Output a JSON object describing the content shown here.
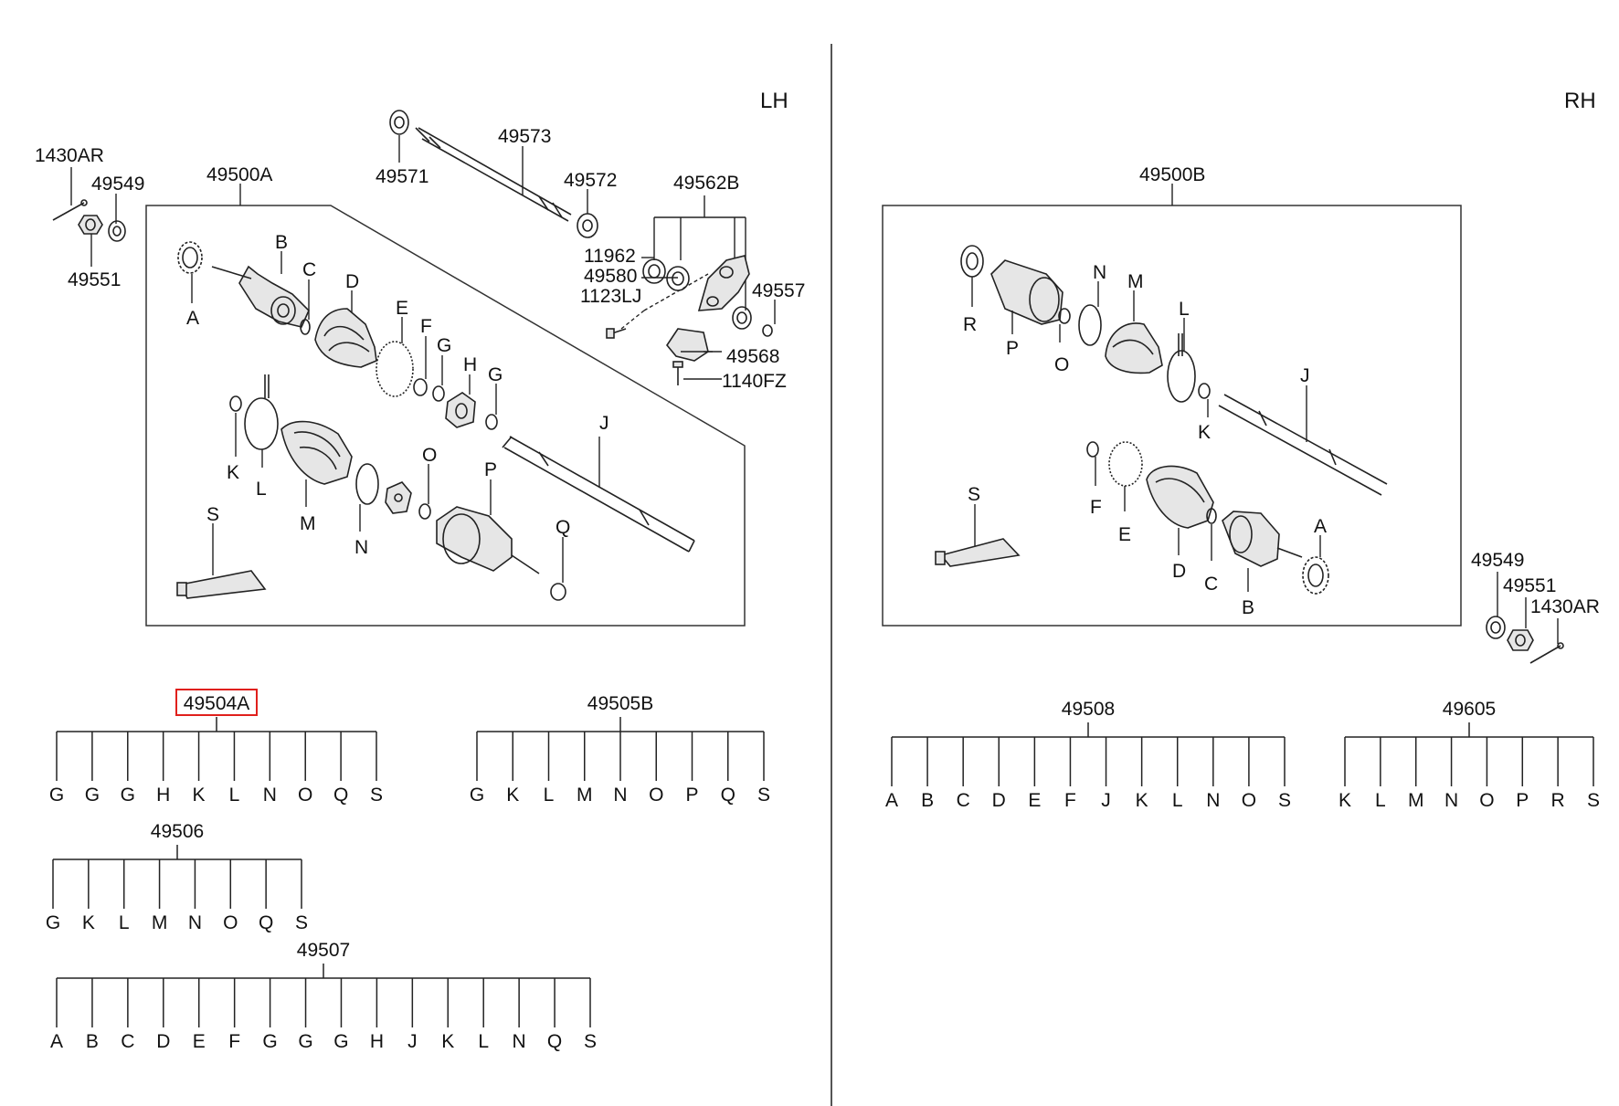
{
  "lh": {
    "side_label": "LH",
    "assembly_label": "49500A",
    "part_numbers": {
      "p1430ar": "1430AR",
      "p49549": "49549",
      "p49551": "49551",
      "p49571": "49571",
      "p49573": "49573",
      "p49572": "49572",
      "p49562b": "49562B",
      "p11962": "11962",
      "p49580": "49580",
      "p1123lj": "1123LJ",
      "p49557": "49557",
      "p49568": "49568",
      "p1140fz": "1140FZ"
    },
    "letters": {
      "A": "A",
      "B": "B",
      "C": "C",
      "D": "D",
      "E": "E",
      "F": "F",
      "G1": "G",
      "H": "H",
      "G2": "G",
      "J": "J",
      "K": "K",
      "L": "L",
      "M": "M",
      "N": "N",
      "O": "O",
      "P": "P",
      "Q": "Q",
      "S": "S"
    }
  },
  "rh": {
    "side_label": "RH",
    "assembly_label": "49500B",
    "part_numbers": {
      "p49549": "49549",
      "p49551": "49551",
      "p1430ar": "1430AR"
    },
    "letters": {
      "R": "R",
      "P": "P",
      "O": "O",
      "N": "N",
      "M": "M",
      "L": "L",
      "J": "J",
      "K": "K",
      "S": "S",
      "F": "F",
      "E": "E",
      "D": "D",
      "C": "C",
      "B": "B",
      "A": "A"
    }
  },
  "kits": [
    {
      "label": "49504A",
      "highlighted": true,
      "items": [
        "G",
        "G",
        "G",
        "H",
        "K",
        "L",
        "N",
        "O",
        "Q",
        "S"
      ]
    },
    {
      "label": "49505B",
      "highlighted": false,
      "items": [
        "G",
        "K",
        "L",
        "M",
        "N",
        "O",
        "P",
        "Q",
        "S"
      ]
    },
    {
      "label": "49506",
      "highlighted": false,
      "items": [
        "G",
        "K",
        "L",
        "M",
        "N",
        "O",
        "Q",
        "S"
      ]
    },
    {
      "label": "49507",
      "highlighted": false,
      "items": [
        "A",
        "B",
        "C",
        "D",
        "E",
        "F",
        "G",
        "G",
        "G",
        "H",
        "J",
        "K",
        "L",
        "N",
        "Q",
        "S"
      ]
    },
    {
      "label": "49508",
      "highlighted": false,
      "items": [
        "A",
        "B",
        "C",
        "D",
        "E",
        "F",
        "J",
        "K",
        "L",
        "N",
        "O",
        "S"
      ]
    },
    {
      "label": "49605",
      "highlighted": false,
      "items": [
        "K",
        "L",
        "M",
        "N",
        "O",
        "P",
        "R",
        "S"
      ]
    }
  ],
  "colors": {
    "highlight": "#e0201c",
    "line": "#222222"
  }
}
